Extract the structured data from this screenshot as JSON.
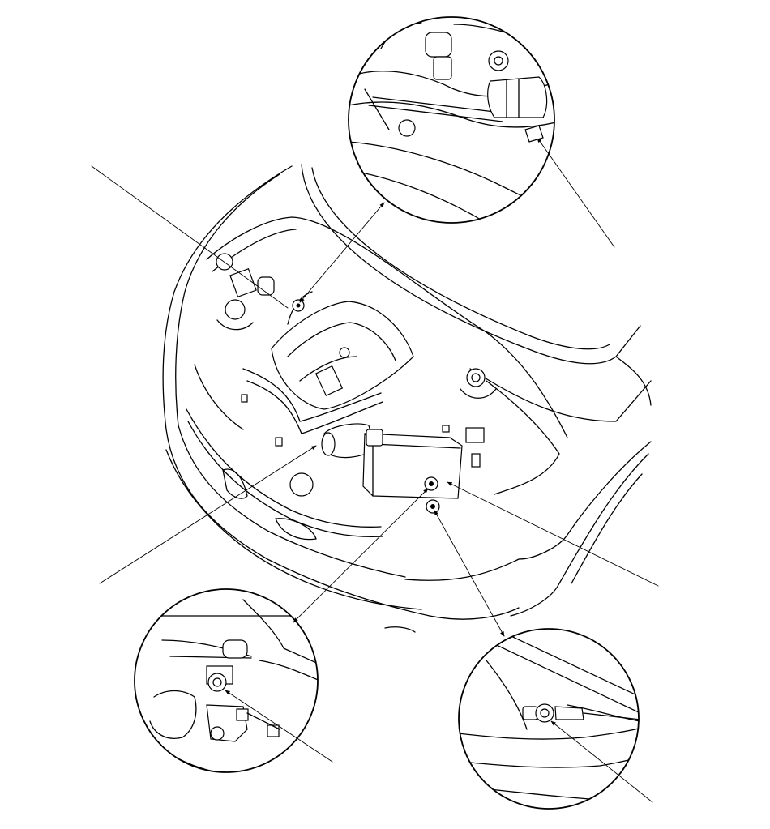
{
  "diagram": {
    "labels": [],
    "line_color": "#000000",
    "background_color": "#ffffff",
    "detail_views": [
      "upper-right-detail",
      "lower-left-detail",
      "lower-right-detail"
    ]
  }
}
